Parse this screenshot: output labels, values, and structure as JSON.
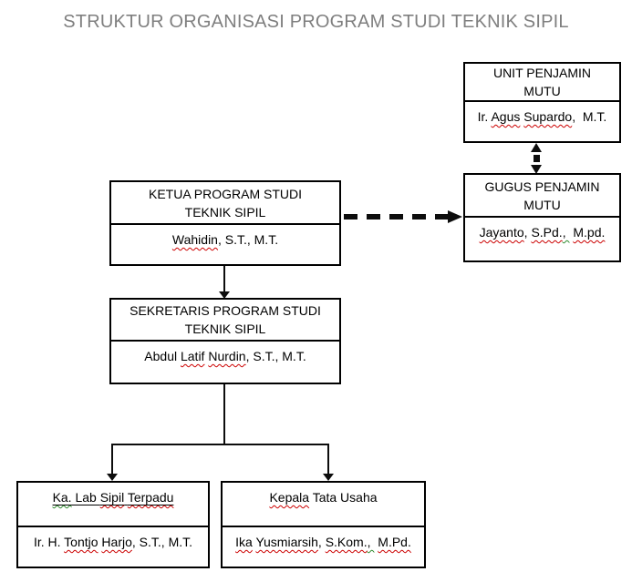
{
  "page": {
    "title": "STRUKTUR ORGANISASI PROGRAM STUDI TEKNIK SIPIL"
  },
  "colors": {
    "title_text": "#7f7f7f",
    "box_border": "#000000",
    "box_text": "#000000",
    "connector": "#0d0d0d",
    "spellcheck_underline": "#cc0000",
    "grammar_underline": "#2e8b2e"
  },
  "nodes": {
    "unit_penjamin_mutu": {
      "role_line1": "UNIT PENJAMIN",
      "role_line2": "MUTU",
      "person": [
        {
          "text": "Ir. "
        },
        {
          "text": "Agus",
          "wavy": "red"
        },
        {
          "text": " "
        },
        {
          "text": "Supardo",
          "wavy": "red"
        },
        {
          "text": ",  M.T."
        }
      ]
    },
    "ketua_program_studi": {
      "role_line1": "KETUA PROGRAM STUDI",
      "role_line2": "TEKNIK SIPIL",
      "person": [
        {
          "text": "Wahidin",
          "wavy": "red"
        },
        {
          "text": ", S.T., M.T."
        }
      ]
    },
    "gugus_penjamin_mutu": {
      "role_line1": "GUGUS PENJAMIN",
      "role_line2": "MUTU",
      "person": [
        {
          "text": "Jayanto",
          "wavy": "red"
        },
        {
          "text": ", "
        },
        {
          "text": "S.Pd.",
          "wavy": "red"
        },
        {
          "text": ", ",
          "wavy": "green"
        },
        {
          "text": " "
        },
        {
          "text": "M.pd.",
          "wavy": "red"
        }
      ]
    },
    "sekretaris_program_studi": {
      "role_line1": "SEKRETARIS PROGRAM STUDI",
      "role_line2": "TEKNIK SIPIL",
      "person": [
        {
          "text": "Abdul "
        },
        {
          "text": "Latif",
          "wavy": "red"
        },
        {
          "text": " "
        },
        {
          "text": "Nurdin",
          "wavy": "red"
        },
        {
          "text": ", S.T., M.T."
        }
      ]
    },
    "ka_lab_sipil_terpadu": {
      "role_segments": [
        {
          "text": "Ka.",
          "wavy": "green"
        },
        {
          "text": " Lab "
        },
        {
          "text": "Sipil",
          "wavy": "red"
        },
        {
          "text": " "
        },
        {
          "text": "Terpadu",
          "wavy": "red"
        }
      ],
      "person": [
        {
          "text": "Ir. H. "
        },
        {
          "text": "Tontjo",
          "wavy": "red"
        },
        {
          "text": " "
        },
        {
          "text": "Harjo",
          "wavy": "red"
        },
        {
          "text": ", S.T., M.T."
        }
      ]
    },
    "kepala_tata_usaha": {
      "role_segments": [
        {
          "text": "Kepala",
          "wavy": "red"
        },
        {
          "text": " Tata Usaha"
        }
      ],
      "person": [
        {
          "text": "Ika",
          "wavy": "red"
        },
        {
          "text": " "
        },
        {
          "text": "Yusmiarsih",
          "wavy": "red"
        },
        {
          "text": ", "
        },
        {
          "text": "S.Kom.",
          "wavy": "red"
        },
        {
          "text": ", ",
          "wavy": "green"
        },
        {
          "text": " "
        },
        {
          "text": "M.Pd.",
          "wavy": "red"
        }
      ]
    }
  },
  "connectors": [
    {
      "id": "ketua-to-sekretaris",
      "type": "solid-arrow",
      "from": "ketua_program_studi",
      "to": "sekretaris_program_studi"
    },
    {
      "id": "sekretaris-to-lab",
      "type": "solid-arrow",
      "from": "sekretaris_program_studi",
      "to": "ka_lab_sipil_terpadu"
    },
    {
      "id": "sekretaris-to-tu",
      "type": "solid-arrow",
      "from": "sekretaris_program_studi",
      "to": "kepala_tata_usaha"
    },
    {
      "id": "ketua-to-gugus",
      "type": "thick-dashed-arrow",
      "from": "ketua_program_studi",
      "to": "gugus_penjamin_mutu"
    },
    {
      "id": "unit-gugus",
      "type": "thick-dashed-double-arrow",
      "from": "unit_penjamin_mutu",
      "to": "gugus_penjamin_mutu"
    }
  ]
}
